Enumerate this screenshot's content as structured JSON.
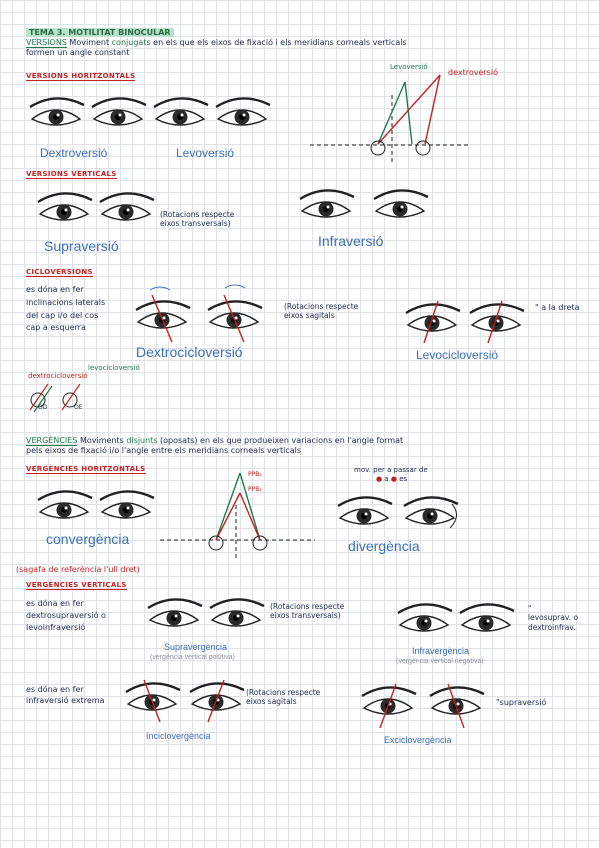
{
  "header": {
    "title": "TEMA 3. MOTILITAT BINOCULAR"
  },
  "versions": {
    "label": "VERSIONS",
    "def_line1_mid": " Moviment ",
    "def_line1_green": "conjugats",
    "def_line1_rest": " en els que els eixos de fixació i els meridians corneals verticals",
    "def_line2": "formen un angle constant",
    "horizontal_header": "VERSIONS HORITZONTALS",
    "dextro_caption": "Dextroversió",
    "levo_caption": "Levoversió",
    "diagram_levo": "Levoversió",
    "diagram_dextro": "dextroversió",
    "vertical_header": "VERSIONS VERTICALS",
    "supra_caption": "Supraversió",
    "infra_caption": "Infraversió",
    "rotation_note_1": "(Rotacions respecte",
    "rotation_note_2": "eixos transversals)"
  },
  "cicloversions": {
    "header": "CICLOVERSIONS",
    "desc": [
      "es dóna en fer",
      "inclinacions laterals",
      "del cap i/o del cos",
      "cap a esquerra"
    ],
    "rotation_note_1": "(Rotacions respecte",
    "rotation_note_2": "eixos sagitals",
    "dextro_caption": "Dextrocicloversió",
    "levo_caption": "Levocicloversió",
    "right_note": "\" a la dreta",
    "dextro_label": "dextrocicloversió",
    "levo_label": "levocicloversió",
    "od": "OD",
    "oe": "OE"
  },
  "vergencies": {
    "label": "VERGÈNCIES",
    "def_line1_mid": " Moviments ",
    "def_line1_green": "disjunts",
    "def_line1_rest": " (oposats) en els que produeixen variacions en l'angle format",
    "def_line2": "pels eixos de fixació i/o l'angle entre els meridians corneals verticals",
    "horizontal_header": "VERGÈNCIES HORITZONTALS",
    "ppb2": "PPB₂",
    "ppb1": "PPB₁",
    "mov_note_1": "mov. per a passar de",
    "mov_note_2": "a",
    "mov_note_3": "es",
    "convergencia": "convergència",
    "divergencia": "divergència",
    "ref_note": "(sagafa de referència l'ull dret)",
    "vertical_header": "VERGÈNCIES VERTICALS",
    "vert_desc": [
      "es dóna en fer",
      "dextrosupraversió o",
      "levoinfraversió"
    ],
    "rotation_note_1": "(Rotacions respecte",
    "rotation_note_2": "eixos transversals)",
    "supra_caption": "Supravergència",
    "supra_sub": "(vergència vertical positiva)",
    "infra_caption": "Infravergència",
    "infra_sub": "(vergència vertical negativa)",
    "right_note_1": "\"",
    "right_note_2": "levosuprav. o",
    "right_note_3": "dextroinfrav.",
    "extreme_1": "es dóna en fer",
    "extreme_2": "infraversió extrema",
    "rotation_sag_1": "(Rotacions respecte",
    "rotation_sag_2": "eixos sagitals",
    "suprav_note": "\"supraversió",
    "inciclo": "Inciclovergència",
    "exciclo": "Exciclovergència"
  },
  "colors": {
    "green": "#1f7a4a",
    "red": "#c8201e",
    "blue": "#3a6fb8",
    "ink": "#1b2a4e"
  }
}
